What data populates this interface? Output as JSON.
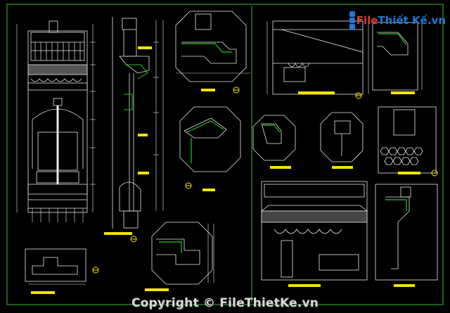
{
  "watermark": {
    "logo_prefix": "File",
    "logo_brand": "Thiết Kế",
    "logo_suffix": ".vn",
    "copyright": "Copyright © FileThietKe.vn"
  },
  "colors": {
    "background": "#000000",
    "frame": "#2f9e2f",
    "line_primary": "#e8e8e8",
    "line_accent": "#27c627",
    "dimension": "#e8e8e8",
    "label_highlight": "#f5e400",
    "marker": "#f5e400"
  }
}
